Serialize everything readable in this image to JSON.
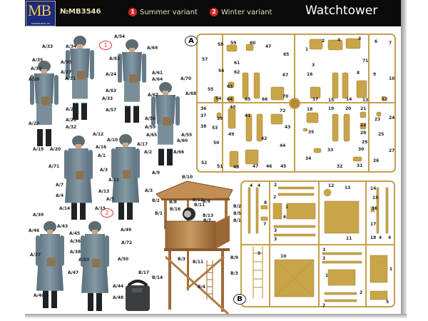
{
  "header": {
    "logo_text": "MB",
    "logo_subtext": "MASTER BOX LTD",
    "product_number": "№MB3546",
    "variants": [
      {
        "number": "1",
        "label": "Summer variant"
      },
      {
        "number": "2",
        "label": "Winter variant"
      }
    ],
    "title": "Watchtower",
    "accent_color": "#d1262a"
  },
  "variant_marks": [
    "1",
    "2"
  ],
  "sprue_letters": [
    "A",
    "B"
  ],
  "callouts": [
    "A/33",
    "A/34",
    "A/35",
    "A/30",
    "A/33",
    "A/27",
    "A/28",
    "A/31",
    "A/29",
    "A/23",
    "A/21",
    "A/32",
    "A/19",
    "A/20",
    "A/24",
    "A/33",
    "A/54",
    "A/69",
    "A/62",
    "A/61",
    "A/64",
    "A/63",
    "A/57",
    "A/70",
    "A/68",
    "A/67",
    "A/56",
    "A/59",
    "A/65",
    "A/55",
    "A/60",
    "A/66",
    "A/12",
    "A/10",
    "A/16",
    "A/17",
    "A/1",
    "A/2",
    "A/71",
    "A/3",
    "A/9",
    "A/11",
    "A/7",
    "A/3",
    "A/13",
    "A/4",
    "A/5",
    "A/14",
    "A/15",
    "A/39",
    "A/43",
    "A/46",
    "A/45",
    "A/36",
    "A/37",
    "A/38",
    "A/49",
    "A/72",
    "A/53",
    "A/50",
    "A/47",
    "A/44",
    "A/48",
    "A/40",
    "B/17",
    "B/14",
    "B/10",
    "B/2",
    "B/8",
    "B/16",
    "B/1",
    "B/12",
    "B/11",
    "B/6",
    "B/13",
    "B/7",
    "B/2",
    "B/5",
    "B/1",
    "B/3",
    "B/11",
    "B/9",
    "B/3",
    "B/4"
  ],
  "sprue_a_parts": [
    "58",
    "59",
    "60",
    "47",
    "65",
    "1",
    "2",
    "4",
    "3",
    "6",
    "7",
    "57",
    "61",
    "62",
    "56",
    "67",
    "3",
    "71",
    "8",
    "9",
    "10",
    "16",
    "55",
    "63",
    "54",
    "64",
    "65",
    "66",
    "70",
    "17",
    "15",
    "14",
    "13",
    "12",
    "36",
    "40",
    "72",
    "18",
    "19",
    "20",
    "21",
    "37",
    "39",
    "41",
    "23",
    "24",
    "38",
    "53",
    "43",
    "35",
    "22",
    "42",
    "49",
    "25",
    "28",
    "29",
    "50",
    "44",
    "30",
    "27",
    "33",
    "34",
    "26",
    "52",
    "51",
    "48",
    "47",
    "46",
    "45",
    "32",
    "31"
  ],
  "sprue_b_parts": [
    "4",
    "4",
    "2",
    "12",
    "13",
    "14",
    "2",
    "8",
    "1",
    "15",
    "16",
    "6",
    "7",
    "17",
    "3",
    "3",
    "11",
    "18",
    "4",
    "4",
    "9",
    "10",
    "3",
    "3",
    "1",
    "1",
    "2",
    "5",
    "2"
  ],
  "colors": {
    "plastic": "#c9a54a",
    "uniform": "#6f8591",
    "wood": "#b98a52"
  }
}
